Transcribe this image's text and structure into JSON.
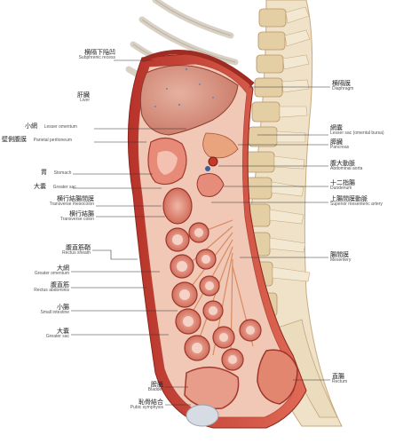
{
  "labels": {
    "subphrenic_recess": {
      "zh": "横隔下陥凹",
      "en": "Subphrenic recess"
    },
    "liver": {
      "zh": "肝臓",
      "en": "Liver"
    },
    "lesser_omentum": {
      "zh": "小網",
      "en": "Lesser omentum"
    },
    "parietal_peritoneum": {
      "zh": "壁側腹膜",
      "en": "Parietal peritoneum"
    },
    "stomach": {
      "zh": "胃",
      "en": "Stomach"
    },
    "greater_sac_upper": {
      "zh": "大嚢",
      "en": "Greater sac"
    },
    "transverse_mesocolon": {
      "zh": "横行結腸間膜",
      "en": "Transverse mesocolon"
    },
    "transverse_colon": {
      "zh": "横行結腸",
      "en": "Transverse colon"
    },
    "rectus_sheath": {
      "zh": "腹直筋鞘",
      "en": "Rectus sheath"
    },
    "greater_omentum": {
      "zh": "大網",
      "en": "Greater omentum"
    },
    "rectus_abdominis": {
      "zh": "腹直筋",
      "en": "Rectus abdominis"
    },
    "small_intestine": {
      "zh": "小腸",
      "en": "Small intestine"
    },
    "greater_sac_lower": {
      "zh": "大嚢",
      "en": "Greater sac"
    },
    "bladder": {
      "zh": "膀胱",
      "en": "Bladder"
    },
    "pubic_symphysis": {
      "zh": "恥骨結合",
      "en": "Pubic symphysis"
    },
    "diaphragm": {
      "zh": "横隔膜",
      "en": "Diaphragm"
    },
    "lesser_sac": {
      "zh": "網嚢",
      "en": "Lesser sac (omental bursa)"
    },
    "pancreas": {
      "zh": "膵臓",
      "en": "Pancreas"
    },
    "abdominal_aorta": {
      "zh": "腹大動脈",
      "en": "Abdominal aorta"
    },
    "duodenum": {
      "zh": "十二指腸",
      "en": "Duodenum"
    },
    "sma": {
      "zh": "上腸間膜動脈",
      "en": "Superior mesenteric artery"
    },
    "mesentery": {
      "zh": "腸間膜",
      "en": "Mesentery"
    },
    "rectum": {
      "zh": "直腸",
      "en": "Rectum"
    }
  },
  "colors": {
    "liver": "#c97e6e",
    "wall": "#d9574a",
    "intestine": "#e59a8a",
    "bone": "#e9d5b0",
    "bladder_wall": "#cc5b4a"
  }
}
